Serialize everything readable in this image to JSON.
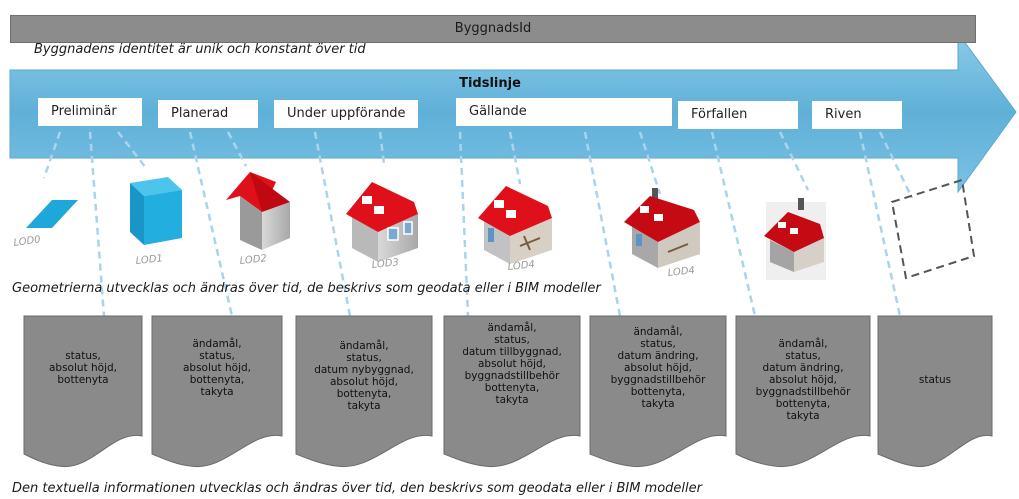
{
  "id_bar": {
    "label": "ByggnadsId"
  },
  "captions": {
    "identity": "Byggnadens identitet är unik och konstant över tid",
    "geometry": "Geometrierna utvecklas och ändras över tid, de beskrivs som geodata eller i BIM modeller",
    "text": "Den textuella informationen utvecklas och ändras över tid, den beskrivs som geodata eller i BIM modeller"
  },
  "timeline": {
    "title": "Tidslinje",
    "phases": [
      "Preliminär",
      "Planerad",
      "Under uppförande",
      "Gällande",
      "Förfallen",
      "Riven"
    ]
  },
  "lod_labels": [
    "LOD0",
    "LOD1",
    "LOD2",
    "LOD3",
    "LOD4",
    "LOD4"
  ],
  "documents": [
    [
      "status,",
      "absolut höjd,",
      "bottenyta"
    ],
    [
      "ändamål,",
      "status,",
      "absolut höjd,",
      "bottenyta,",
      "takyta"
    ],
    [
      "ändamål,",
      "status,",
      "datum nybyggnad,",
      "absolut höjd,",
      "bottenyta,",
      "takyta"
    ],
    [
      "ändamål,",
      "status,",
      "datum tillbyggnad,",
      "absolut höjd,",
      "byggnadstillbehör",
      "bottenyta,",
      "takyta"
    ],
    [
      "ändamål,",
      "status,",
      "datum ändring,",
      "absolut höjd,",
      "byggnadstillbehör",
      "bottenyta,",
      "takyta"
    ],
    [
      "ändamål,",
      "status,",
      "datum ändring,",
      "absolut höjd,",
      "byggnadstillbehör",
      "bottenyta,",
      "takyta"
    ],
    [
      "status"
    ]
  ],
  "colors": {
    "arrow": "#5fb0d8",
    "id_bar": "#8c8c8c",
    "doc": "#8a8a8a",
    "lod1_cube": "#1ea7d8",
    "roof": "#e0101a",
    "dashed_link": "#a9d4ec"
  }
}
